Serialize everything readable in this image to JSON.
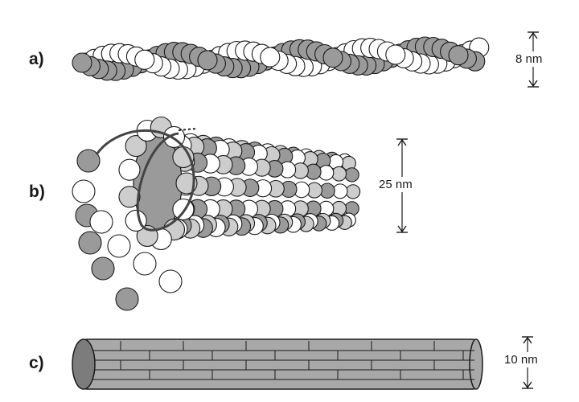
{
  "panels": [
    {
      "label": "a)",
      "dimension": "8 nm"
    },
    {
      "label": "b)",
      "dimension": "25 nm"
    },
    {
      "label": "c)",
      "dimension": "10 nm"
    }
  ],
  "colors": {
    "subunit_dark": "#9a9a9a",
    "subunit_light": "#ffffff",
    "subunit_mid": "#cdcdcd",
    "outline": "#1a1a1a",
    "rod_fill": "#a8a8a8",
    "rod_end": "#7c7c7c",
    "helix_line": "#444444"
  }
}
